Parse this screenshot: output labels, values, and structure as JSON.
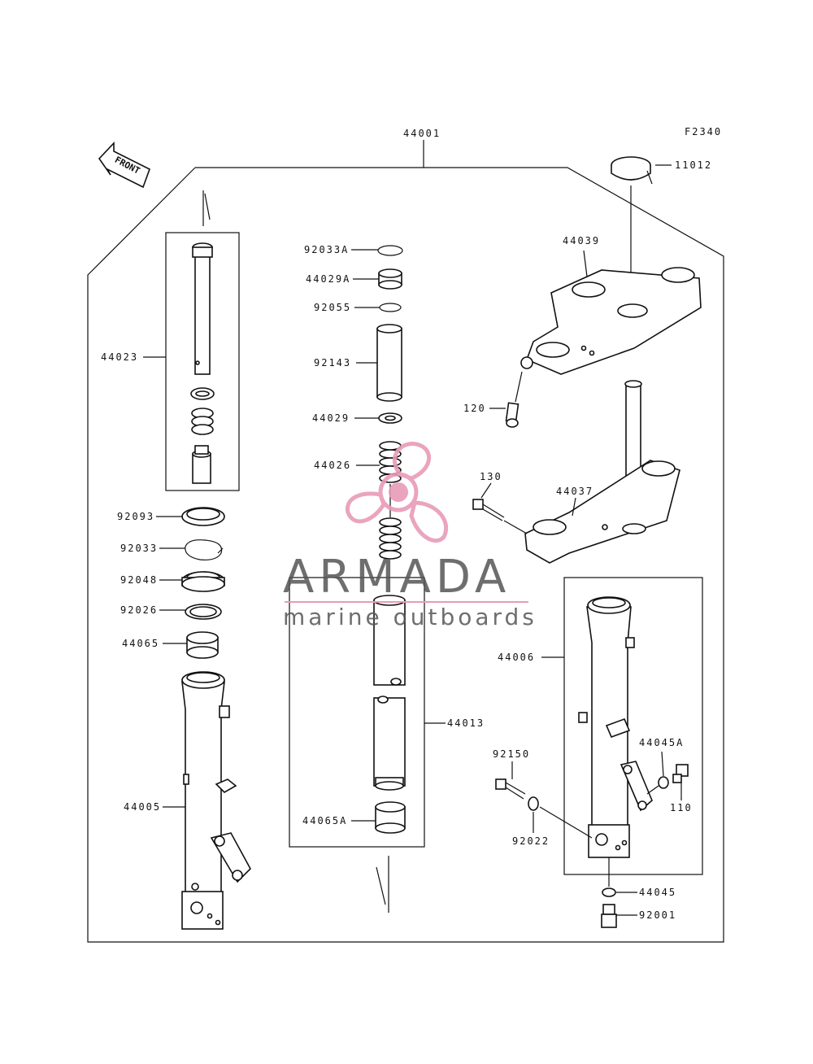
{
  "diagram_code": "F2340",
  "front_label": "FRONT",
  "watermark": {
    "brand": "ARMADA",
    "tagline": "marine outboards",
    "pink": "#e89bb8",
    "gray": "#555555"
  },
  "parts": {
    "p44001": "44001",
    "p11012": "11012",
    "p44039": "44039",
    "p120": "120",
    "p130": "130",
    "p44037": "44037",
    "p44023": "44023",
    "p92033A": "92033A",
    "p44029A": "44029A",
    "p92055": "92055",
    "p92143": "92143",
    "p44029": "44029",
    "p44026": "44026",
    "p92093": "92093",
    "p92033": "92033",
    "p92048": "92048",
    "p92026": "92026",
    "p44065": "44065",
    "p44005": "44005",
    "p44013": "44013",
    "p44065A": "44065A",
    "p44006": "44006",
    "p92150": "92150",
    "p92022": "92022",
    "p44045A": "44045A",
    "p110": "110",
    "p44045": "44045",
    "p92001": "92001"
  }
}
